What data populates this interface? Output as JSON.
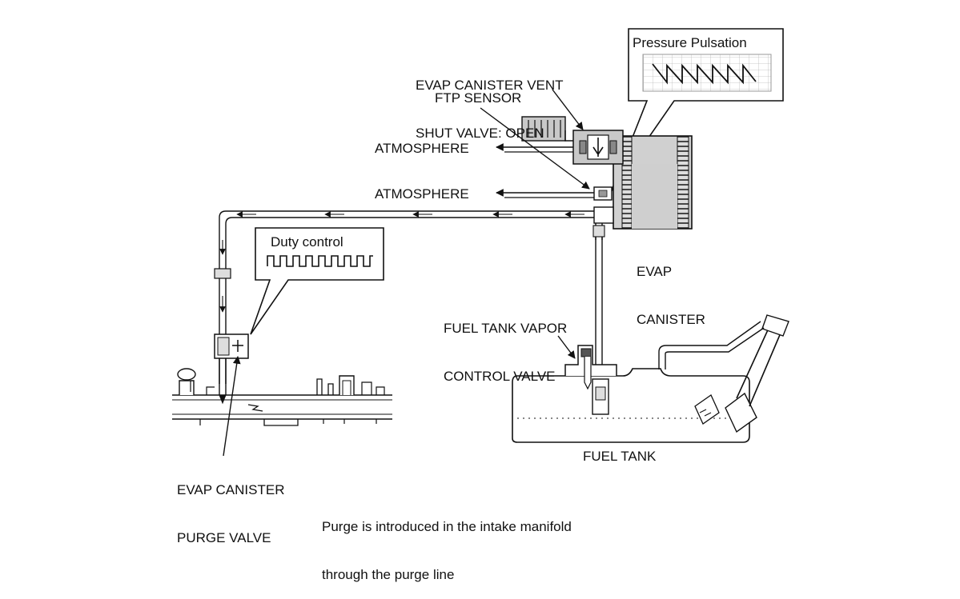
{
  "callouts": {
    "pressure_pulsation": "Pressure Pulsation",
    "duty_control": "Duty control"
  },
  "labels": {
    "vent_valve": [
      "EVAP CANISTER VENT",
      "SHUT VALVE: OPEN"
    ],
    "ftp_sensor": "FTP SENSOR",
    "atmosphere_top": "ATMOSPHERE",
    "atmosphere_mid": "ATMOSPHERE",
    "canister": [
      "EVAP",
      "CANISTER"
    ],
    "vapor_valve": [
      "FUEL TANK VAPOR",
      "CONTROL VALVE"
    ],
    "purge_valve": [
      "EVAP CANISTER",
      "PURGE VALVE"
    ],
    "fuel_tank": "FUEL TANK"
  },
  "caption": [
    "Purge is introduced in the intake manifold",
    "through the purge line"
  ]
}
